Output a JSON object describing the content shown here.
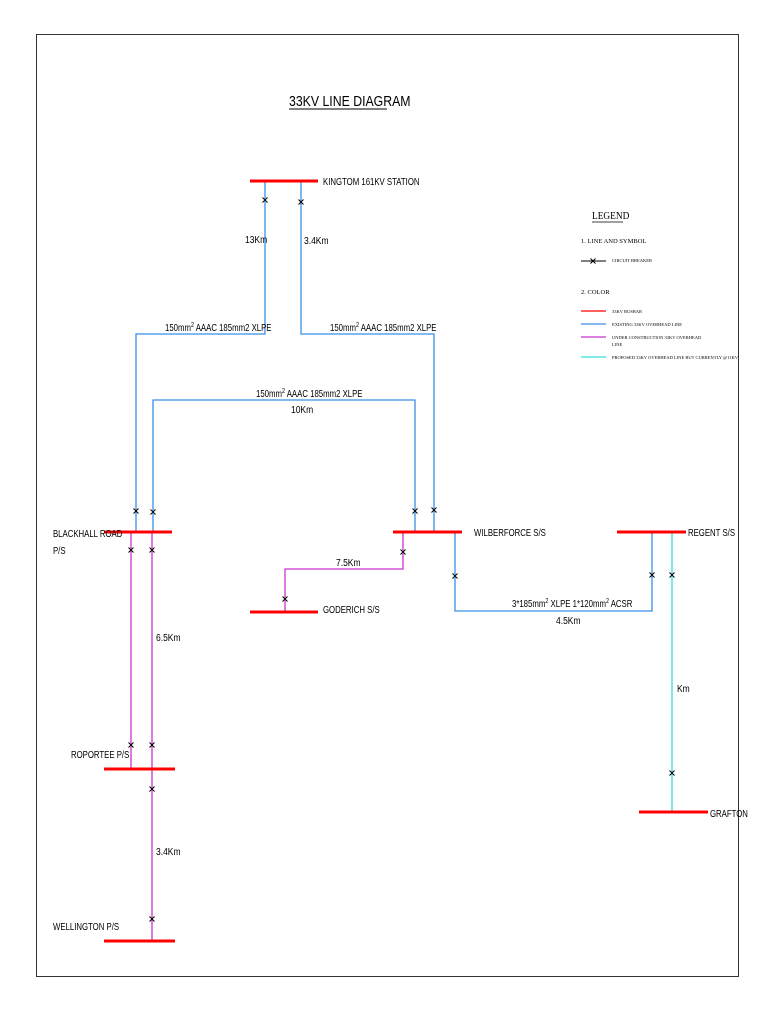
{
  "title": "33KV LINE DIAGRAM",
  "stations": {
    "kingtom": "KINGTOM 161KV STATION",
    "blackhall_line1": "BLACKHALL ROAD",
    "blackhall_line2": "P/S",
    "wilberforce": "WILBERFORCE S/S",
    "regent": "REGENT S/S",
    "goderich": "GODERICH S/S",
    "roportee": "ROPORTEE P/S",
    "wellington": "WELLINGTON P/S",
    "grafton": "GRAFTON"
  },
  "line_labels": {
    "left_vertical_distance": "13Km",
    "right_vertical_distance": "3.4Km",
    "left_cable_prefix": "150mm",
    "left_cable_sup": "2",
    "left_cable_suffix": " AAAC 185mm2 XLPE",
    "right_cable_prefix": "150mm",
    "right_cable_sup": "2",
    "right_cable_suffix": " AAAC 185mm2 XLPE",
    "middle_cable_prefix": "150mm",
    "middle_cable_sup": "2",
    "middle_cable_suffix": " AAAC 185mm2 XLPE",
    "middle_distance": "10Km",
    "goderich_distance": "7.5Km",
    "regent_cable_a": "3*185mm",
    "regent_cable_a_sup": "2",
    "regent_cable_b": " XLPE   1*120mm",
    "regent_cable_b_sup": "2",
    "regent_cable_c": " ACSR",
    "regent_distance": "4.5Km",
    "roportee_distance": "6.5Km",
    "wellington_distance": "3.4Km",
    "grafton_distance": "Km"
  },
  "legend": {
    "heading": "LEGEND",
    "section1": "1.    LINE AND SYMBOL",
    "circuit_breaker": "CIRCUIT BREAKER",
    "section2": "2.    COLOR",
    "color_items": [
      {
        "label": "33KV BUSBAR",
        "color": "#ff0000"
      },
      {
        "label": "EXISTING 33KV OVERHEAD LINE",
        "color": "#3a8fe8"
      },
      {
        "label": "UNDER CONSTRUCTION 33KV OVERHEAD",
        "color": "#cc33cc"
      },
      {
        "label": "PROPOSED 33KV OVERHEAD LINE BUT CURRENTLY @11KV",
        "color": "#33dddd"
      }
    ],
    "under_construction_line2": "LINE"
  },
  "colors": {
    "busbar": "#ff0000",
    "existing": "#3a8fe8",
    "construction": "#cc33cc",
    "proposed": "#33dddd",
    "frame": "#333333"
  }
}
